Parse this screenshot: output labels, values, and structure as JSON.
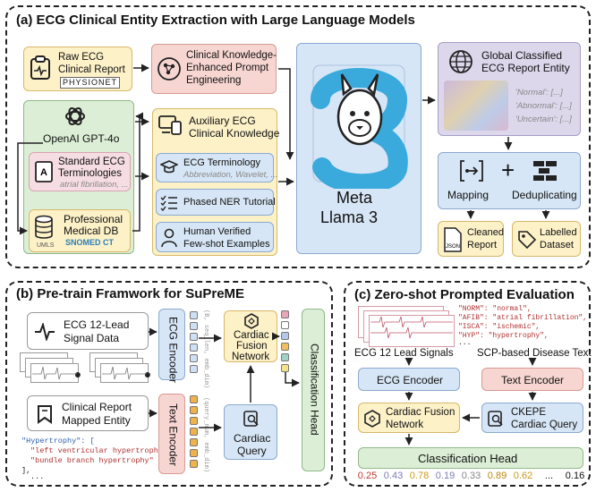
{
  "panel_a": {
    "title": "(a) ECG Clinical Entity Extraction with Large Language Models",
    "raw_report": {
      "line1": "Raw ECG",
      "line2": "Clinical Report",
      "logo": "PHYSIONET"
    },
    "prompt_eng": {
      "line1": "Clinical Knowledge-",
      "line2": "Enhanced Prompt",
      "line3": "Engineering"
    },
    "gpt": {
      "label": "OpenAI GPT-4o"
    },
    "std_terms": {
      "line1": "Standard ECG",
      "line2": "Terminologies",
      "sub": "atrial fibrillation, ..."
    },
    "prof_db": {
      "line1": "Professional",
      "line2": "Medical DB",
      "logo1": "SNOMED CT",
      "logo2": "UMLS"
    },
    "aux": {
      "line1": "Auxiliary ECG",
      "line2": "Clinical Knowledge"
    },
    "aux_items": [
      {
        "label": "ECG Terminology",
        "sub": "Abbreviation, Wavelet, ..."
      },
      {
        "label": "Phased NER Tutorial",
        "sub": ""
      },
      {
        "label": "Human Verified",
        "sub": "Few-shot Examples"
      }
    ],
    "llama": {
      "line1": "Meta",
      "line2": "Llama 3"
    },
    "global_entity": {
      "line1": "Global Classified",
      "line2": "ECG Report Entity",
      "tags": [
        "'Normal': [...]",
        "'Abnormal': [...]",
        "'Uncertain': [...]"
      ]
    },
    "mapping": "Mapping",
    "plus": "+",
    "dedup": "Deduplicating",
    "cleaned": {
      "line1": "Cleaned",
      "line2": "Report",
      "icon_text": "JSON"
    },
    "labelled": {
      "line1": "Labelled",
      "line2": "Dataset"
    }
  },
  "panel_b": {
    "title": "(b) Pre-train Framwork for SuPreME",
    "ecg_signal": {
      "line1": "ECG 12-Lead",
      "line2": "Signal Data"
    },
    "clinical": {
      "line1": "Clinical Report",
      "line2": "Mapped Entity"
    },
    "code": [
      "\"Hypertrophy\": [",
      "\"left ventricular hypertrophy\"",
      "\"bundle branch hypertrophy\"",
      "],",
      "..."
    ],
    "ecg_encoder": "ECG Encoder",
    "text_encoder": "Text Encoder",
    "fusion": {
      "line1": "Cardiac",
      "line2": "Fusion",
      "line3": "Network"
    },
    "query": {
      "line1": "Cardiac",
      "line2": "Query"
    },
    "cls_head": "Classification Head",
    "dim_ecg": "(B, seq_len, emb_dim)",
    "dim_text": "(query_num, emb_dim)"
  },
  "panel_c": {
    "title": "(c) Zero-shot Prompted Evaluation",
    "code": [
      "\"NORM\": \"normal\",",
      "\"AFIB\": \"atrial fibrillation\",",
      "\"ISCA\": \"ischemic\",",
      "\"HYP\": \"hypertrophy\",",
      "..."
    ],
    "signals_label": "ECG 12 Lead Signals",
    "scp_label": "SCP-based Disease Text",
    "ecg_encoder": "ECG Encoder",
    "text_encoder": "Text Encoder",
    "fusion": {
      "line1": "Cardiac Fusion",
      "line2": "Network"
    },
    "ckepe": {
      "line1": "CKEPE",
      "line2": "Cardiac Query"
    },
    "cls_head": "Classification  Head",
    "scores": [
      "0.25",
      "0.43",
      "0.78",
      "0.19",
      "0.33",
      "0.89",
      "0.62",
      "...",
      "0.16"
    ],
    "score_colors": [
      "#c0392b",
      "#7d7db8",
      "#c79a1c",
      "#7d7db8",
      "#888888",
      "#b8860b",
      "#c79a1c",
      "#333333",
      "#333333"
    ]
  }
}
